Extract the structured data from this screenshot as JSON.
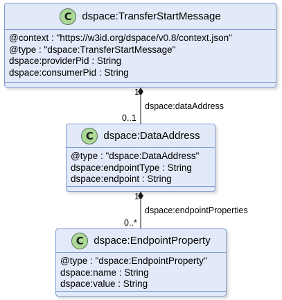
{
  "classes": {
    "transfer_start_message": {
      "badge": "C",
      "name": "dspace:TransferStartMessage",
      "attributes": [
        "@context : \"https://w3id.org/dspace/v0.8/context.json\"",
        "@type : \"dspace:TransferStartMessage\"",
        "dspace:providerPid : String",
        "dspace:consumerPid : String"
      ]
    },
    "data_address": {
      "badge": "C",
      "name": "dspace:DataAddress",
      "attributes": [
        "@type : \"dspace:DataAddress\"",
        "dspace:endpointType : String",
        "dspace:endpoint : String"
      ]
    },
    "endpoint_property": {
      "badge": "C",
      "name": "dspace:EndpointProperty",
      "attributes": [
        "@type : \"dspace:EndpointProperty\"",
        "dspace:name : String",
        "dspace:value : String"
      ]
    }
  },
  "associations": {
    "data_address_link": {
      "label": "dspace:dataAddress",
      "source_multiplicity": "1",
      "target_multiplicity": "0..1"
    },
    "endpoint_properties_link": {
      "label": "dspace:endpointProperties",
      "source_multiplicity": "1",
      "target_multiplicity": "0..*"
    }
  },
  "colors": {
    "class_fill": "#e2e9f8",
    "class_border": "#7f9bd2",
    "badge_fill": "#abd996",
    "line": "#181818"
  }
}
